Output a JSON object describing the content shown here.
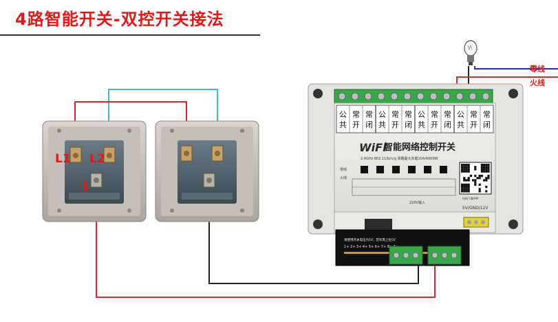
{
  "title": "4路智能开关-双控开关接法",
  "labels": {
    "zero_line": "零线",
    "fire_line": "火线",
    "terminal_l1": "L1",
    "terminal_l2": "L2",
    "terminal_l": "L"
  },
  "relay": {
    "brand_icon": "WiFi",
    "name": "智能网络控制开关",
    "spec": "2.4GHz  802.11/b/n/g   单路最大负载10A/6600W",
    "terminal_cells": [
      [
        "公",
        "共"
      ],
      [
        "常",
        "开"
      ],
      [
        "常",
        "闭"
      ],
      [
        "公",
        "共"
      ],
      [
        "常",
        "开"
      ],
      [
        "常",
        "闭"
      ],
      [
        "公",
        "共"
      ],
      [
        "常",
        "开"
      ],
      [
        "常",
        "闭"
      ],
      [
        "公",
        "共"
      ],
      [
        "常",
        "开"
      ],
      [
        "常",
        "闭"
      ]
    ],
    "side_zero": "零线",
    "side_fire": "火线",
    "input_label": "220V输入",
    "power_label": "5V/GND/12V",
    "qr_caption": "扫码下载APP"
  },
  "pcb": {
    "note": "请使用开关电压为5V，若有需上拉5V",
    "pins": "1+ 2+ 3+ 4+ 5+ 6+ 7+ 8+ 9+"
  },
  "colors": {
    "red_wire": "#d42a2a",
    "cyan_wire": "#3fb7cf",
    "black_wire": "#222222",
    "blue_wire": "#1f2bd6",
    "title": "#e01818"
  }
}
